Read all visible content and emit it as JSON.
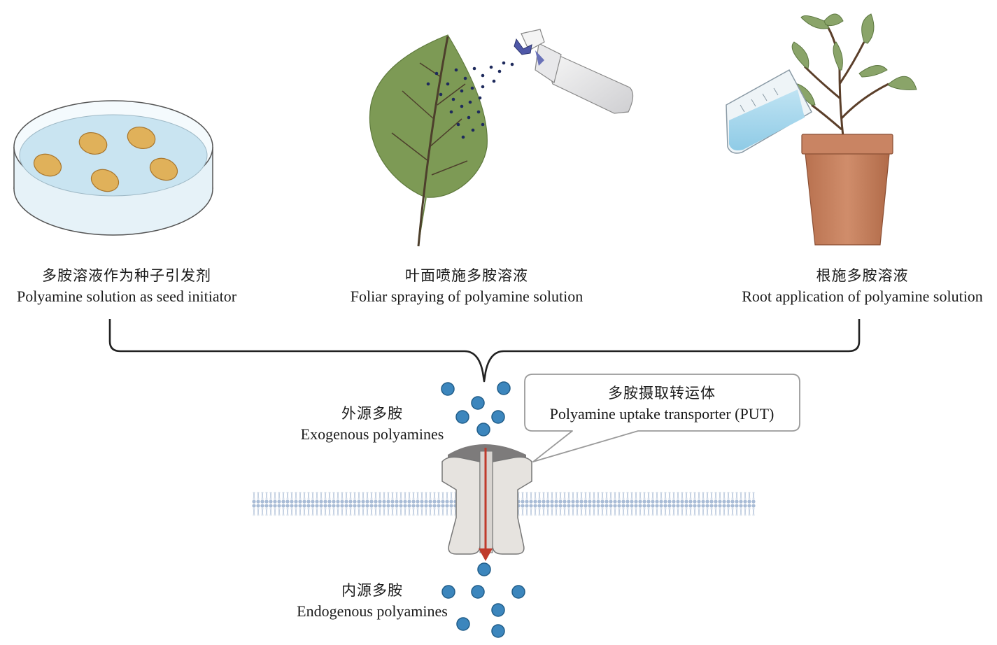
{
  "title": "Exogenous polyamine application routes and uptake via polyamine uptake transporter",
  "methods": [
    {
      "id": "seed",
      "label_zh": "多胺溶液作为种子引发剂",
      "label_en": "Polyamine solution as seed initiator",
      "icon": "petri-dish-with-seeds"
    },
    {
      "id": "foliar",
      "label_zh": "叶面喷施多胺溶液",
      "label_en": "Foliar spraying of polyamine solution",
      "icon": "leaf-with-spray-bottle"
    },
    {
      "id": "root",
      "label_zh": "根施多胺溶液",
      "label_en": "Root application of polyamine solution",
      "icon": "potted-plant-with-beaker"
    }
  ],
  "exogenous": {
    "label_zh": "外源多胺",
    "label_en": "Exogenous polyamines",
    "molecule_count": 6
  },
  "endogenous": {
    "label_zh": "内源多胺",
    "label_en": "Endogenous polyamines",
    "molecule_count": 7
  },
  "transporter": {
    "label_zh": "多胺摄取转运体",
    "label_en": "Polyamine uptake transporter (PUT)"
  },
  "colors": {
    "polyamine": "#3c86bd",
    "membrane": "#a9bcd6",
    "transporter": "#e6e3df",
    "transporter_cap": "#7d7b7b",
    "arrow": "#c03a2b",
    "leaf": "#7d9a55",
    "pot": "#c78563",
    "seed": "#e0b15a",
    "bracket": "#222222"
  }
}
